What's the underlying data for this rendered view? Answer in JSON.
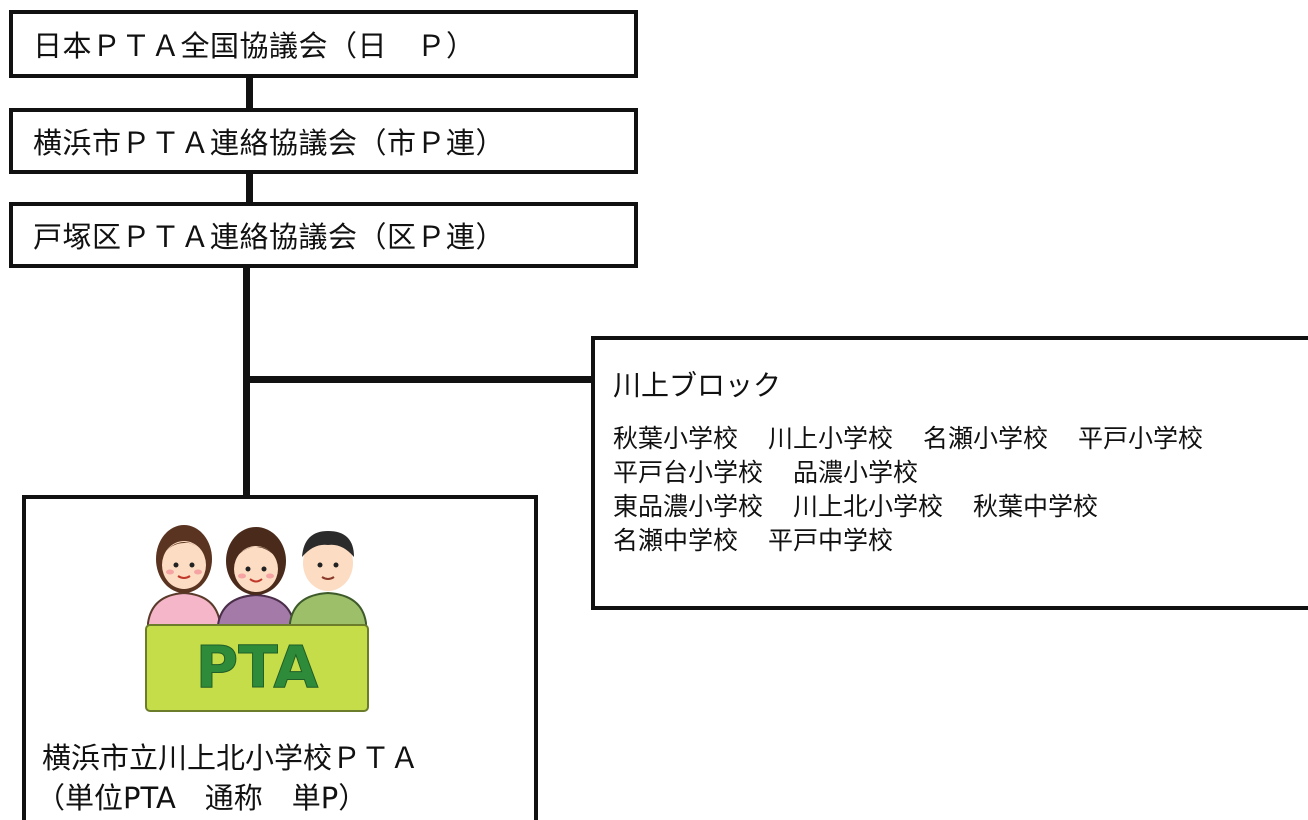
{
  "nodes": {
    "national": "日本ＰＴＡ全国協議会（日　Ｐ）",
    "city": "横浜市ＰＴＡ連絡協議会（市Ｐ連）",
    "ward": "戸塚区ＰＴＡ連絡協議会（区Ｐ連）"
  },
  "block": {
    "title": "川上ブロック",
    "school_rows": [
      [
        "秋葉小学校",
        "川上小学校",
        "名瀬小学校",
        "平戸小学校"
      ],
      [
        "平戸台小学校",
        "品濃小学校"
      ],
      [
        "東品濃小学校",
        "川上北小学校",
        "秋葉中学校"
      ],
      [
        "名瀬中学校",
        "平戸中学校"
      ]
    ]
  },
  "unit": {
    "illustration_text": "PTA",
    "name": "横浜市立川上北小学校ＰＴＡ",
    "alias": "（単位PTA　通称　単P）"
  },
  "colors": {
    "banner_green": "#c6dd4a",
    "banner_text": "#2e8b3a",
    "line": "#111111"
  }
}
